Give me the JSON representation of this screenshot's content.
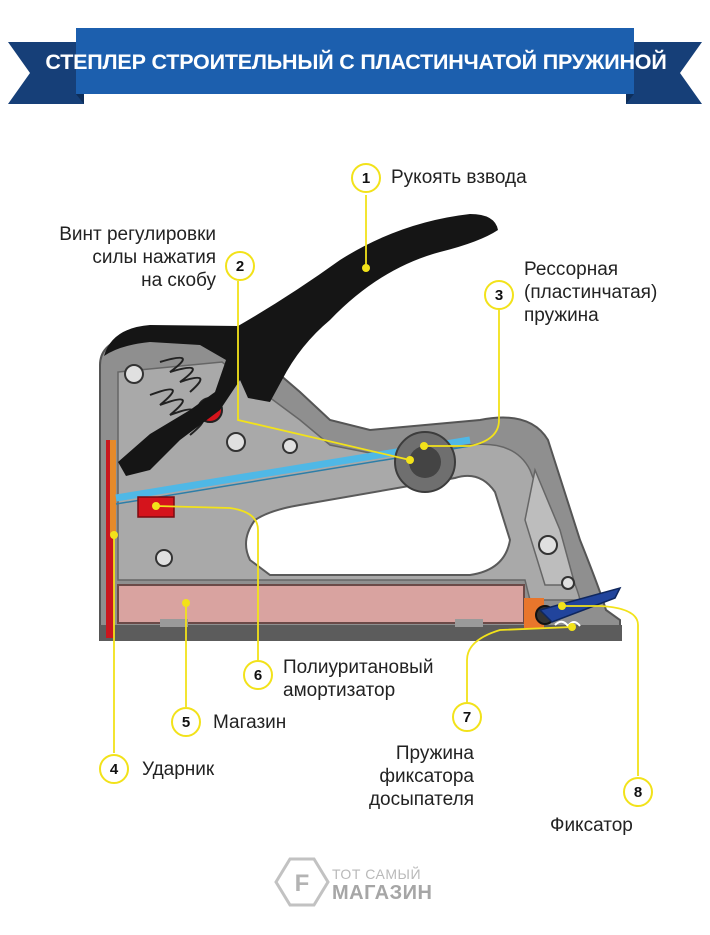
{
  "header": {
    "title": "СТЕПЛЕР СТРОИТЕЛЬНЫЙ С ПЛАСТИНЧАТОЙ ПРУЖИНОЙ"
  },
  "colors": {
    "banner_front": "#1c5fae",
    "banner_back": "#163f78",
    "callout_line": "#f2e21a",
    "body_gray": "#8c8c8c",
    "lever_black": "#151515",
    "magazine_pink": "#d9a3a0",
    "spring_blue": "#4fb8e6",
    "damper_red": "#d5141c",
    "latch_blue": "#21449c",
    "latch_orange": "#e8762c"
  },
  "callouts": [
    {
      "number": "1",
      "lines": [
        "Рукоять взвода"
      ]
    },
    {
      "number": "2",
      "lines": [
        "Винт регулировки",
        "силы нажатия",
        "на скобу"
      ]
    },
    {
      "number": "3",
      "lines": [
        "Рессорная",
        "(пластинчатая)",
        "пружина"
      ]
    },
    {
      "number": "4",
      "lines": [
        "Ударник"
      ]
    },
    {
      "number": "5",
      "lines": [
        "Магазин"
      ]
    },
    {
      "number": "6",
      "lines": [
        "Полиуритановый",
        "амортизатор"
      ]
    },
    {
      "number": "7",
      "lines": [
        "Пружина",
        "фиксатора",
        "досыпателя"
      ]
    },
    {
      "number": "8",
      "lines": [
        "Фиксатор"
      ]
    }
  ],
  "brand": {
    "logo_letter": "F",
    "line1": "ТОТ САМЫЙ",
    "line2": "МАГАЗИН"
  }
}
